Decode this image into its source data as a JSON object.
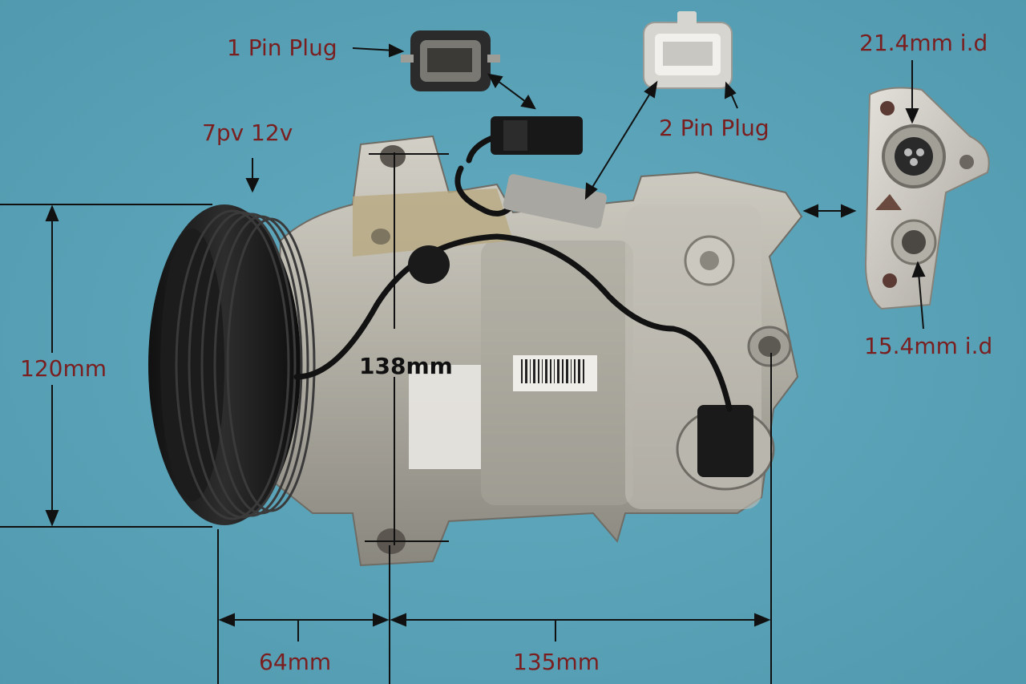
{
  "colors": {
    "background": "#5aa3b8",
    "label": "#7a1f1f",
    "dim_line": "#111111"
  },
  "labels": {
    "plug_1_pin": "1 Pin Plug",
    "plug_2_pin": "2 Pin Plug",
    "pulley": "7pv 12v",
    "port_large": "21.4mm i.d",
    "port_small": "15.4mm i.d",
    "height": "120mm",
    "width": "138mm",
    "offset_front": "64mm",
    "offset_rear": "135mm"
  }
}
